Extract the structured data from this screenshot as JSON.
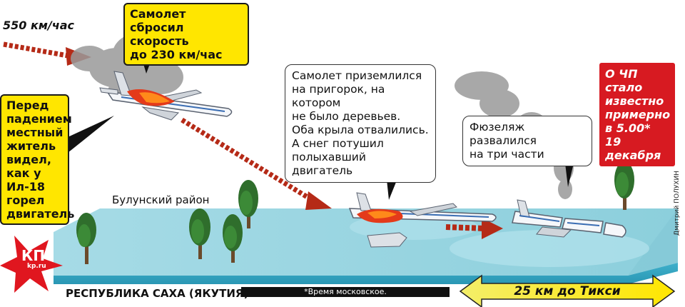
{
  "speed_start": "550 км/час",
  "callouts": {
    "speed_drop": "Самолет сбросил\nскорость\nдо 230 км/час",
    "witness": "Перед\nпадением\nместный\nжитель\nвидел,\nкак у Ил-18\nгорел\nдвигатель",
    "landing": "Самолет приземлился\nна пригорок, на котором\nне было деревьев.\nОба крыла отвалились.\nА снег потушил\nполыхавший двигатель",
    "fuselage": "Фюзеляж развалился\nна три части",
    "reported": "О ЧП стало\nизвестно\nпримерно\nв 5.00*\n19 декабря"
  },
  "district": "Булунский район",
  "region": "РЕСПУБЛИКА САХА (ЯКУТИЯ)",
  "footnote": "*Время московское.",
  "distance": "25 км до Тикси",
  "author": "Дмитрий ПОЛУХИН",
  "logo": {
    "main": "КП",
    "sub": "kp.ru"
  },
  "colors": {
    "yellow": "#ffe600",
    "red": "#d71a21",
    "ground": "#8fd0dd",
    "ground_side": "#3aa9c5",
    "smoke": "#9a9a9a",
    "trajectory": "#b52a17"
  }
}
